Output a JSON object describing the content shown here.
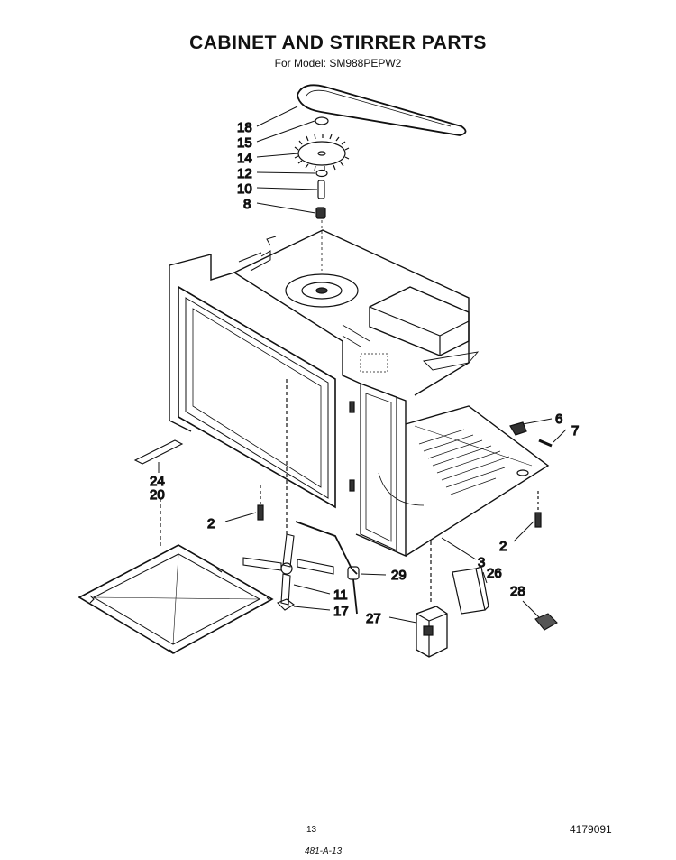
{
  "title": "CABINET AND STIRRER PARTS",
  "subtitle": "For Model: SM988PEPW2",
  "callouts": {
    "c18": "18",
    "c15": "15",
    "c14": "14",
    "c12": "12",
    "c10": "10",
    "c8": "8",
    "c6": "6",
    "c7": "7",
    "c24": "24",
    "c20": "20",
    "c2a": "2",
    "c2b": "2",
    "c3": "3",
    "c29": "29",
    "c11": "11",
    "c17": "17",
    "c26": "26",
    "c28": "28",
    "c27": "27"
  },
  "footer": {
    "page_number": "13",
    "document_number": "4179091",
    "stamp": "481-A-13"
  }
}
